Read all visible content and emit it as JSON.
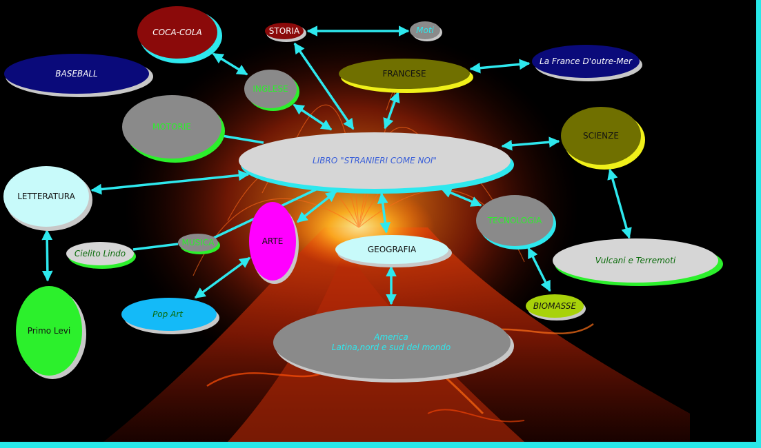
{
  "map": {
    "center": "LIBRO \"STRANIERI COME NOI\"",
    "nodes": {
      "storia": "STORIA",
      "moti": "Moti",
      "coca_cola": "COCA-COLA",
      "baseball": "BASEBALL",
      "inglese": "INGLESE",
      "francese": "FRANCESE",
      "france_outre_mer": "La France D'outre-Mer",
      "motorie": "MOTORIE",
      "scienze": "SCIENZE",
      "letteratura": "LETTERATURA",
      "primo_levi": "Primo Levi",
      "cielito_lindo": "Cielito Lindo",
      "musica": "MUSICA",
      "arte": "ARTE",
      "pop_art": "Pop Art",
      "geografia": "GEOGRAFIA",
      "america_line1": "America",
      "america_line2": "Latina,nord e sud del mondo",
      "tecnologia": "TECNOLOGIA",
      "vulcani": "Vulcani e Terremoti",
      "biomasse": "BIOMASSE"
    }
  },
  "colors": {
    "arrow": "#2ee8ee",
    "frame": "#28e8e8",
    "center_fill": "#d6d6d6",
    "center_text": "#3a5fd8"
  }
}
